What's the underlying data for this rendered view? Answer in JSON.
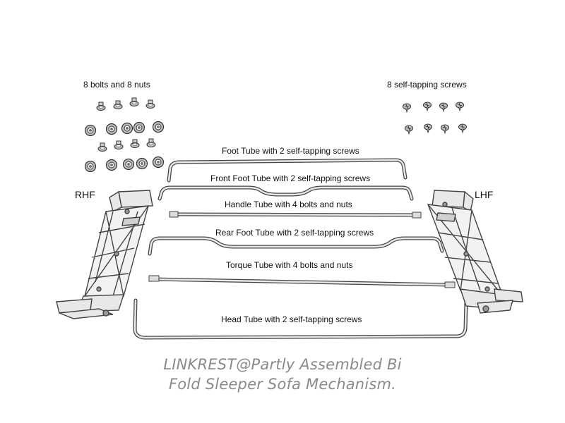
{
  "hardware": {
    "bolts_label": "8 bolts and  8 nuts",
    "screws_label": "8 self-tapping screws"
  },
  "sides": {
    "right": "RHF",
    "left": "LHF"
  },
  "tubes": [
    {
      "label": "Foot Tube with 2 self-tapping screws"
    },
    {
      "label": "Front Foot Tube with 2 self-tapping screws"
    },
    {
      "label": "Handle Tube with 4 bolts and nuts"
    },
    {
      "label": "Rear Foot Tube with 2 self-tapping screws"
    },
    {
      "label": "Torque Tube with  4 bolts and nuts"
    },
    {
      "label": "Head Tube with 2 self-tapping screws"
    }
  ],
  "caption": {
    "line1": "LINKREST@Partly Assembled Bi",
    "line2": "Fold Sleeper Sofa Mechanism."
  },
  "colors": {
    "metal_stroke": "#4a4a4a",
    "metal_fill": "#e6e6e6",
    "caption": "#8a8a8a"
  }
}
